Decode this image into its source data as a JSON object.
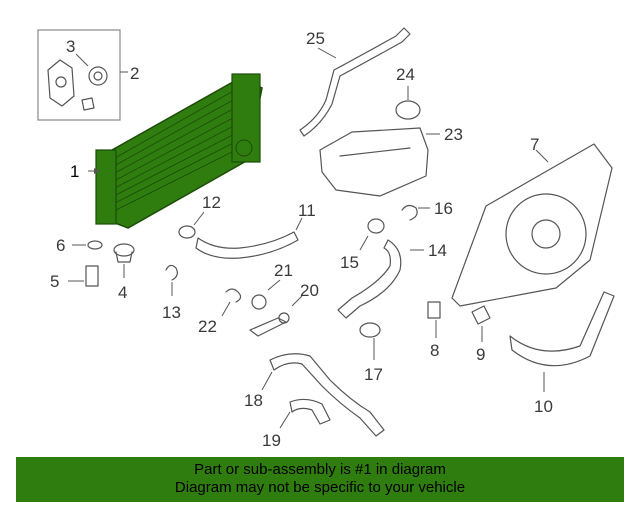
{
  "diagram": {
    "callouts": {
      "c1": "1",
      "c2": "2",
      "c3": "3",
      "c4": "4",
      "c5": "5",
      "c6": "6",
      "c7": "7",
      "c8": "8",
      "c9": "9",
      "c10": "10",
      "c11": "11",
      "c12": "12",
      "c13": "13",
      "c14": "14",
      "c15": "15",
      "c16": "16",
      "c17": "17",
      "c18": "18",
      "c19": "19",
      "c20": "20",
      "c21": "21",
      "c22": "22",
      "c23": "23",
      "c24": "24",
      "c25": "25"
    },
    "colors": {
      "highlight": "#2f7d0f",
      "line": "#555555"
    }
  },
  "banner": {
    "line1": "Part or sub-assembly is #1 in diagram",
    "line2": "Diagram may not be specific to your vehicle"
  }
}
